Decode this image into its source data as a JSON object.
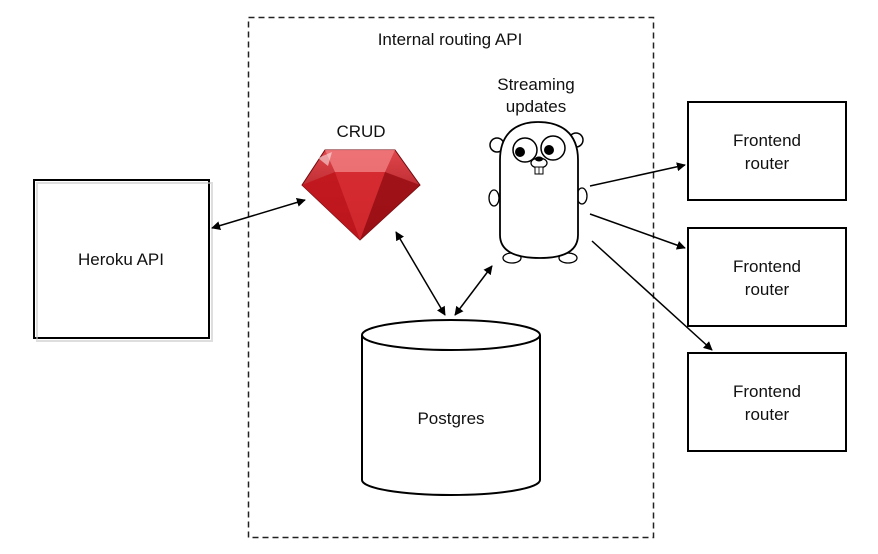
{
  "internal_group": {
    "title": "Internal routing API"
  },
  "heroku": {
    "label": "Heroku API"
  },
  "crud": {
    "label": "CRUD",
    "icon": "ruby-gem-icon",
    "colors": {
      "main": "#b3151c",
      "light": "#e0464b",
      "dark": "#7a0a10"
    }
  },
  "streaming": {
    "label_line1": "Streaming",
    "label_line2": "updates",
    "icon": "go-gopher-icon"
  },
  "postgres": {
    "label": "Postgres"
  },
  "routers": [
    {
      "line1": "Frontend",
      "line2": "router"
    },
    {
      "line1": "Frontend",
      "line2": "router"
    },
    {
      "line1": "Frontend",
      "line2": "router"
    }
  ]
}
